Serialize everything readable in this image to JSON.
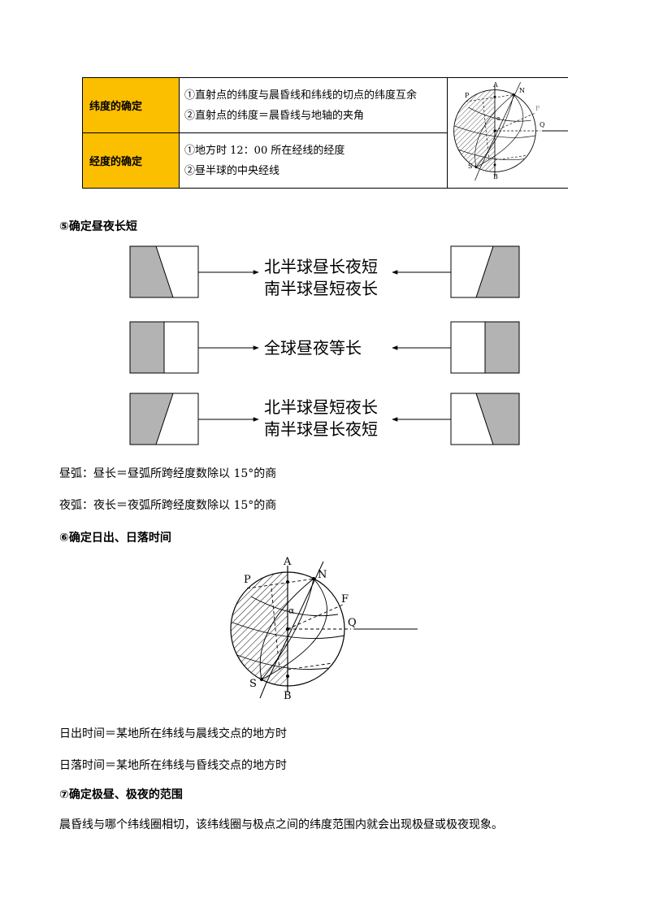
{
  "table": {
    "rows": [
      {
        "header": "纬度的确定",
        "lines": [
          "①直射点的纬度与晨昏线和纬线的切点的纬度互余",
          "②直射点的纬度＝晨昏线与地轴的夹角"
        ]
      },
      {
        "header": "经度的确定",
        "lines": [
          "①地方时 12：00 所在经线的经度",
          "②昼半球的中央经线"
        ]
      }
    ]
  },
  "globe_labels": {
    "A": "A",
    "N": "N",
    "P": "P",
    "F": "F",
    "Q": "Q",
    "S": "S",
    "B": "B",
    "alpha": "α"
  },
  "section5": {
    "title": "⑤确定昼夜长短",
    "row1": [
      "北半球昼长夜短",
      "南半球昼短夜长"
    ],
    "row2": [
      "全球昼夜等长"
    ],
    "row3": [
      "北半球昼短夜长",
      "南半球昼长夜短"
    ],
    "day_arc": "昼弧：昼长＝昼弧所跨经度数除以 15°的商",
    "night_arc": "夜弧：夜长＝夜弧所跨经度数除以 15°的商"
  },
  "section6": {
    "title": "⑥确定日出、日落时间",
    "sunrise": "日出时间＝某地所在纬线与晨线交点的地方时",
    "sunset": "日落时间＝某地所在纬线与昏线交点的地方时"
  },
  "section7": {
    "title": "⑦确定极昼、极夜的范围",
    "text": "晨昏线与哪个纬线圈相切，该纬线圈与极点之间的纬度范围内就会出现极昼或极夜现象。"
  },
  "colors": {
    "header_bg": "#fcbf00",
    "shade": "#b3b3b3"
  }
}
